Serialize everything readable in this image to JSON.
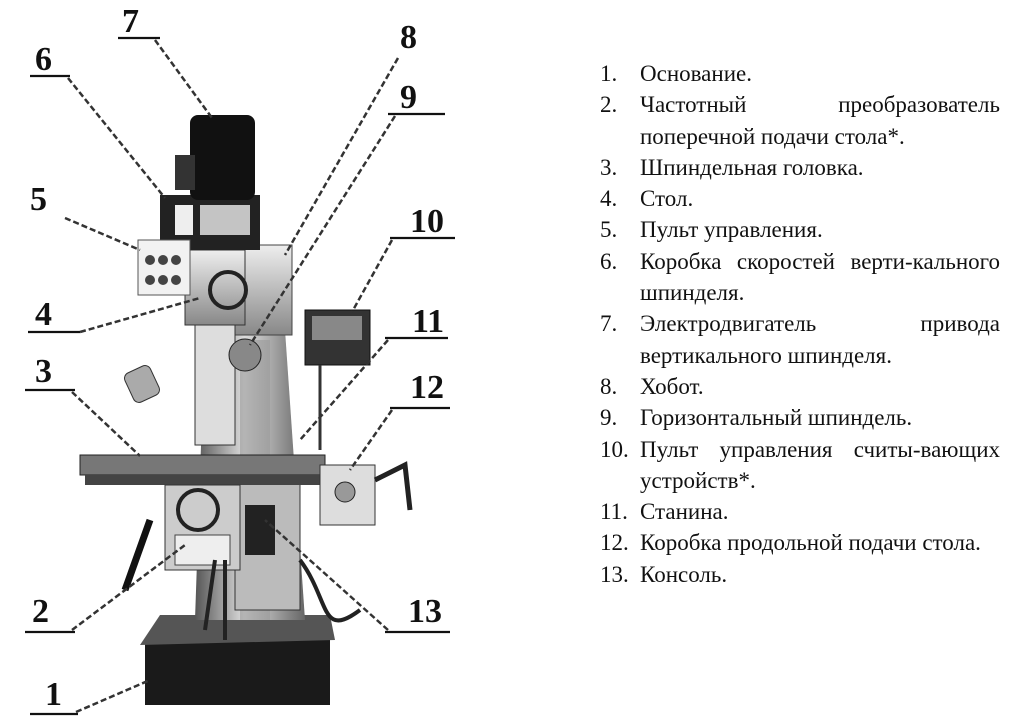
{
  "labels": [
    "1",
    "2",
    "3",
    "4",
    "5",
    "6",
    "7",
    "8",
    "9",
    "10",
    "11",
    "12",
    "13"
  ],
  "legend": [
    {
      "num": "1.",
      "text": "Основание."
    },
    {
      "num": "2.",
      "text": "Частотный преобразователь поперечной подачи стола*."
    },
    {
      "num": "3.",
      "text": "Шпиндельная головка."
    },
    {
      "num": "4.",
      "text": "Стол."
    },
    {
      "num": "5.",
      "text": "Пульт управления."
    },
    {
      "num": "6.",
      "text": "Коробка скоростей верти-кального шпинделя."
    },
    {
      "num": "7.",
      "text": "Электродвигатель привода вертикального шпинделя."
    },
    {
      "num": "8.",
      "text": "Хобот."
    },
    {
      "num": "9.",
      "text": "Горизонтальный шпиндель."
    },
    {
      "num": "10.",
      "text": "Пульт управления считы-вающих устройств*."
    },
    {
      "num": "11.",
      "text": "Станина."
    },
    {
      "num": "12.",
      "text": "Коробка продольной подачи стола."
    },
    {
      "num": "13.",
      "text": "Консоль."
    }
  ]
}
